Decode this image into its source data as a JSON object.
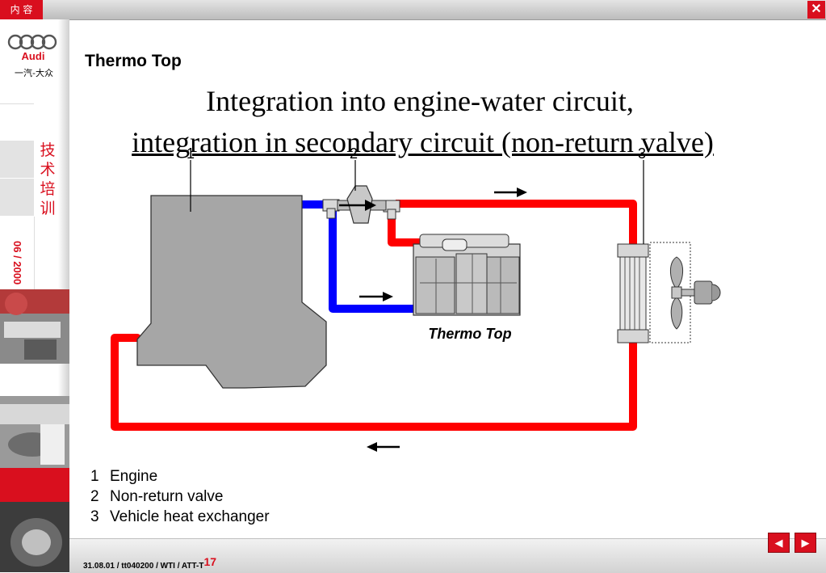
{
  "topbar": {
    "menu_label": "内 容",
    "close_icon": "close-icon"
  },
  "sidebar": {
    "brand": "Audi",
    "brand_sub": "一汽-大众",
    "section_label": [
      "技",
      "术",
      "培",
      "训"
    ],
    "date": "06 / 2000"
  },
  "slide": {
    "title": "Thermo Top",
    "heading_line1": "Integration into engine-water circuit,",
    "heading_line2": "integration in secondary circuit (non-return valve)"
  },
  "diagram": {
    "callouts": [
      "1",
      "2",
      "3"
    ],
    "heater_label": "Thermo Top",
    "colors": {
      "hot": "#ff0000",
      "cold": "#0000ff",
      "engine": "#a6a6a6"
    }
  },
  "legend": [
    {
      "num": "1",
      "label": "Engine"
    },
    {
      "num": "2",
      "label": "Non-return valve"
    },
    {
      "num": "3",
      "label": "Vehicle heat exchanger"
    }
  ],
  "footer": {
    "ref": "31.08.01 / tt040200 / WTI / ATT-T",
    "page": "17"
  },
  "nav": {
    "prev_icon": "arrow-left-icon",
    "next_icon": "arrow-right-icon"
  }
}
